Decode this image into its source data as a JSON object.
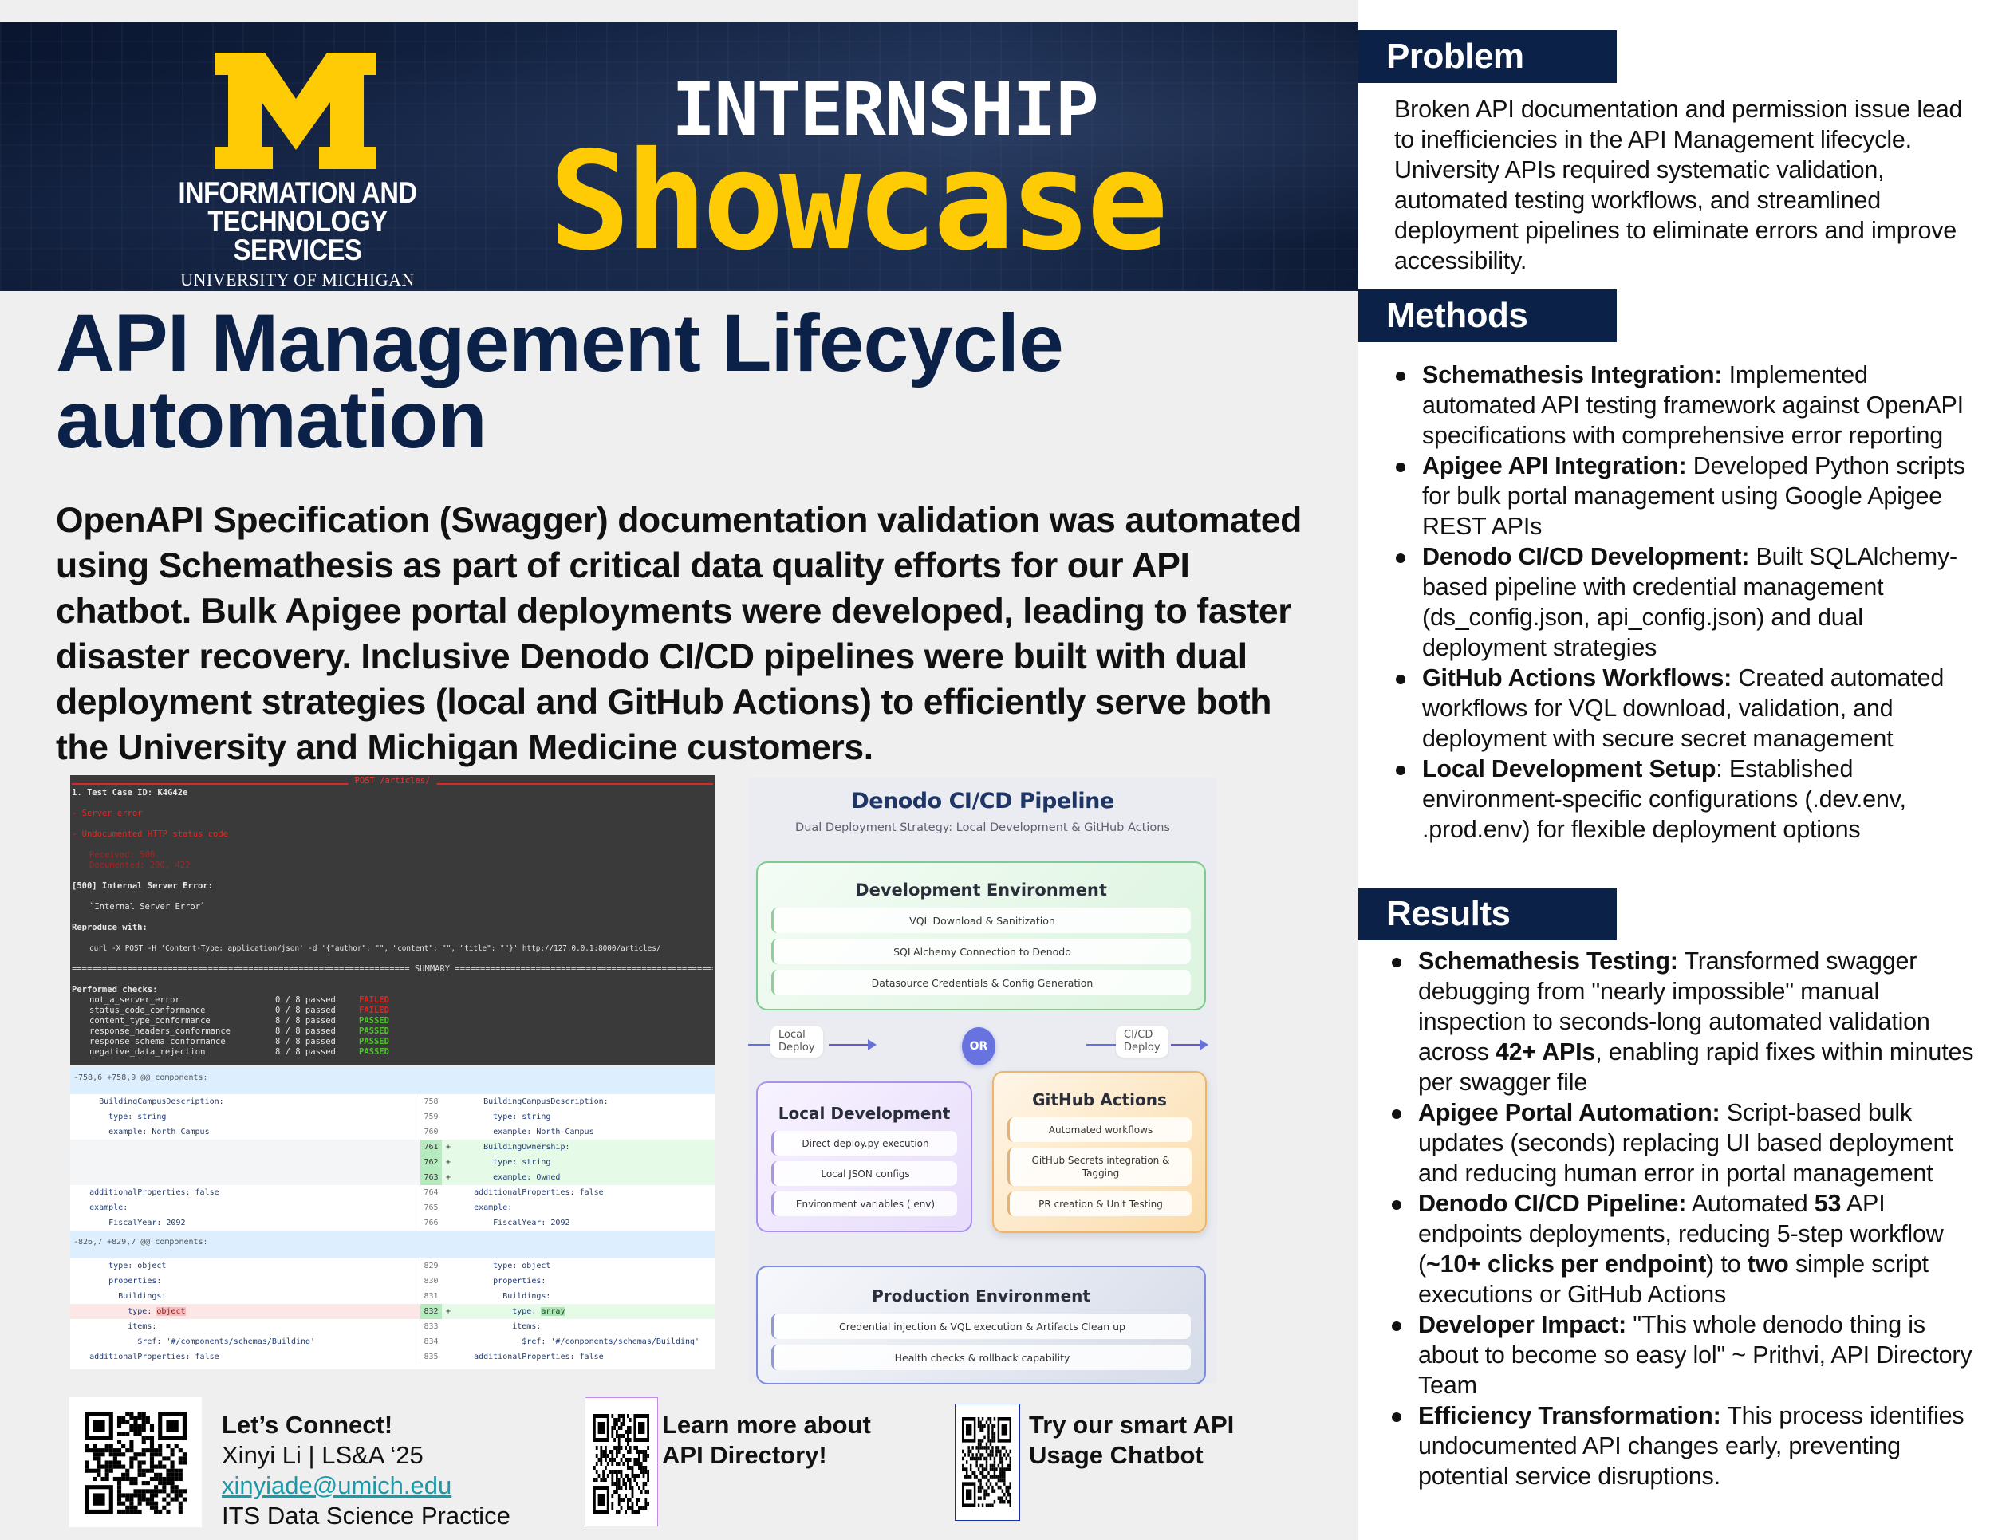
{
  "banner": {
    "logo_letter": "M",
    "org_line1": "INFORMATION AND",
    "org_line2": "TECHNOLOGY SERVICES",
    "org_line3": "UNIVERSITY OF MICHIGAN",
    "event_line1": "INTERNSHIP",
    "event_line2": "Showcase",
    "colors": {
      "maize": "#ffcb05",
      "navy": "#0b2148"
    }
  },
  "title": {
    "line1": "API Management Lifecycle",
    "line2": "automation"
  },
  "intro": "OpenAPI Specification (Swagger) documentation validation was automated using Schemathesis as part of critical data quality efforts for our API chatbot. Bulk Apigee portal deployments were developed, leading to faster disaster recovery. Inclusive Denodo CI/CD pipelines were built with dual deployment strategies (local and GitHub Actions) to efficiently serve both the University and Michigan Medicine customers.",
  "terminal": {
    "title": "POST /articles/",
    "test_case": "1. Test Case ID: K4G42e",
    "error1": "- Server error",
    "error2": "- Undocumented HTTP status code",
    "received": "Received: 500",
    "documented": "Documented: 200, 422",
    "status_line": "[500] Internal Server Error:",
    "status_body": "`Internal Server Error`",
    "reproduce_label": "Reproduce with:",
    "curl": "curl -X POST -H 'Content-Type: application/json' -d '{\"author\": \"\", \"content\": \"\", \"title\": \"\"}' http://127.0.0.1:8000/articles/",
    "summary": "=================================================================== SUMMARY ===================================================================",
    "checks_label": "Performed checks:",
    "checks": [
      {
        "name": "not_a_server_error",
        "count": "0 / 8 passed",
        "status": "FAILED"
      },
      {
        "name": "status_code_conformance",
        "count": "0 / 8 passed",
        "status": "FAILED"
      },
      {
        "name": "content_type_conformance",
        "count": "8 / 8 passed",
        "status": "PASSED"
      },
      {
        "name": "response_headers_conformance",
        "count": "8 / 8 passed",
        "status": "PASSED"
      },
      {
        "name": "response_schema_conformance",
        "count": "8 / 8 passed",
        "status": "PASSED"
      },
      {
        "name": "negative_data_rejection",
        "count": "8 / 8 passed",
        "status": "PASSED"
      }
    ]
  },
  "diff": {
    "hunk1": "-758,6 +758,9 @@ components:",
    "hunk1_rows": [
      {
        "left": "      BuildingCampusDescription:",
        "num": "758",
        "sign": "",
        "right": "      BuildingCampusDescription:",
        "kind": "ctx"
      },
      {
        "left": "        type: string",
        "num": "759",
        "sign": "",
        "right": "        type: string",
        "kind": "ctx"
      },
      {
        "left": "        example: North Campus",
        "num": "760",
        "sign": "",
        "right": "        example: North Campus",
        "kind": "ctx"
      },
      {
        "left": "",
        "num": "761",
        "sign": "+",
        "right": "      BuildingOwnership:",
        "kind": "add"
      },
      {
        "left": "",
        "num": "762",
        "sign": "+",
        "right": "        type: string",
        "kind": "add"
      },
      {
        "left": "",
        "num": "763",
        "sign": "+",
        "right": "        example: Owned",
        "kind": "add"
      },
      {
        "left": "    additionalProperties: false",
        "num": "764",
        "sign": "",
        "right": "    additionalProperties: false",
        "kind": "ctx"
      },
      {
        "left": "    example:",
        "num": "765",
        "sign": "",
        "right": "    example:",
        "kind": "ctx"
      },
      {
        "left": "        FiscalYear: 2092",
        "num": "766",
        "sign": "",
        "right": "        FiscalYear: 2092",
        "kind": "ctx"
      }
    ],
    "hunk2": "-826,7 +829,7 @@ components:",
    "hunk2_rows": [
      {
        "left": "        type: object",
        "num": "829",
        "sign": "",
        "right": "        type: object",
        "kind": "ctx"
      },
      {
        "left": "        properties:",
        "num": "830",
        "sign": "",
        "right": "        properties:",
        "kind": "ctx"
      },
      {
        "left": "          Buildings:",
        "num": "831",
        "sign": "",
        "right": "          Buildings:",
        "kind": "ctx"
      },
      {
        "left_pre": "            type: ",
        "left_hl": "object",
        "num": "832",
        "sign": "+",
        "right_pre": "            type: ",
        "right_hl": "array",
        "kind": "chg"
      },
      {
        "left": "            items:",
        "num": "833",
        "sign": "",
        "right": "            items:",
        "kind": "ctx"
      },
      {
        "left": "              $ref: '#/components/schemas/Building'",
        "num": "834",
        "sign": "",
        "right": "              $ref: '#/components/schemas/Building'",
        "kind": "ctx"
      },
      {
        "left": "    additionalProperties: false",
        "num": "835",
        "sign": "",
        "right": "    additionalProperties: false",
        "kind": "ctx"
      }
    ]
  },
  "denodo": {
    "title": "Denodo CI/CD Pipeline",
    "subtitle": "Dual Deployment Strategy: Local Development & GitHub Actions",
    "dev_env": {
      "title": "Development Environment",
      "items": [
        "VQL Download & Sanitization",
        "SQLAlchemy Connection to Denodo",
        "Datasource Credentials & Config Generation"
      ]
    },
    "local_deploy_label": "Local\nDeploy",
    "or_label": "OR",
    "cicd_deploy_label": "CI/CD\nDeploy",
    "local_dev": {
      "title": "Local Development",
      "items": [
        "Direct deploy.py execution",
        "Local JSON configs",
        "Environment variables (.env)"
      ]
    },
    "gh_actions": {
      "title": "GitHub Actions",
      "items": [
        "Automated workflows",
        "GitHub Secrets integration & Tagging",
        "PR creation & Unit Testing"
      ]
    },
    "prod_env": {
      "title": "Production Environment",
      "items": [
        "Credential injection & VQL execution & Artifacts Clean up",
        "Health checks & rollback capability"
      ]
    }
  },
  "contacts": {
    "connect": {
      "heading": "Let’s Connect!",
      "name": "Xinyi Li | LS&A ‘25",
      "email": "xinyiade@umich.edu",
      "team": "ITS Data Science Practice"
    },
    "directory": {
      "line1": "Learn more about",
      "line2": "API Directory!"
    },
    "chatbot": {
      "line1": "Try our smart API",
      "line2": "Usage Chatbot"
    }
  },
  "problem": {
    "heading": "Problem",
    "text": "Broken API documentation and permission issue lead to inefficiencies in the API Management lifecycle. University APIs required systematic validation, automated testing workflows, and streamlined deployment pipelines to eliminate errors and improve accessibility."
  },
  "methods": {
    "heading": "Methods",
    "items": [
      {
        "label": "Schemathesis Integration:",
        "text": " Implemented automated API testing framework against OpenAPI specifications with comprehensive error reporting"
      },
      {
        "label": "Apigee API Integration:",
        "text": " Developed Python scripts for bulk portal management using Google Apigee REST APIs"
      },
      {
        "label": "Denodo CI/CD Development:",
        "text": " Built SQLAlchemy-based pipeline with credential management (ds_config.json, api_config.json) and dual deployment strategies"
      },
      {
        "label": "GitHub Actions Workflows:",
        "text": " Created automated workflows for VQL download, validation, and deployment with secure secret management"
      },
      {
        "label": "Local Development Setup",
        "text": ": Established environment-specific configurations (.dev.env, .prod.env) for flexible deployment options"
      }
    ]
  },
  "results": {
    "heading": "Results",
    "items": [
      {
        "label": "Schematesis Testing:",
        "parts": [
          " Transformed swagger debugging from \"nearly impossible\" manual inspection to seconds-long automated validation across ",
          "42+ APIs",
          ", enabling rapid fixes within minutes per swagger file"
        ]
      },
      {
        "label": "Apigee Portal Automation:",
        "parts": [
          " Script-based bulk updates (seconds) replacing UI based deployment and reducing human error in portal management"
        ]
      },
      {
        "label": "Denodo CI/CD Pipeline:",
        "parts": [
          " Automated ",
          "53",
          " API endpoints deployments, reducing 5-step workflow (",
          "~10+ clicks per endpoint",
          ") to ",
          "two",
          " simple script executions or GitHub Actions"
        ]
      },
      {
        "label": "Developer Impact:",
        "parts": [
          " \"This whole denodo thing is about to become so easy lol\" ~ Prithvi, API Directory Team"
        ]
      },
      {
        "label": "Efficiency Transformation:",
        "parts": [
          " This process identifies undocumented API changes early, preventing potential service disruptions."
        ]
      }
    ]
  }
}
